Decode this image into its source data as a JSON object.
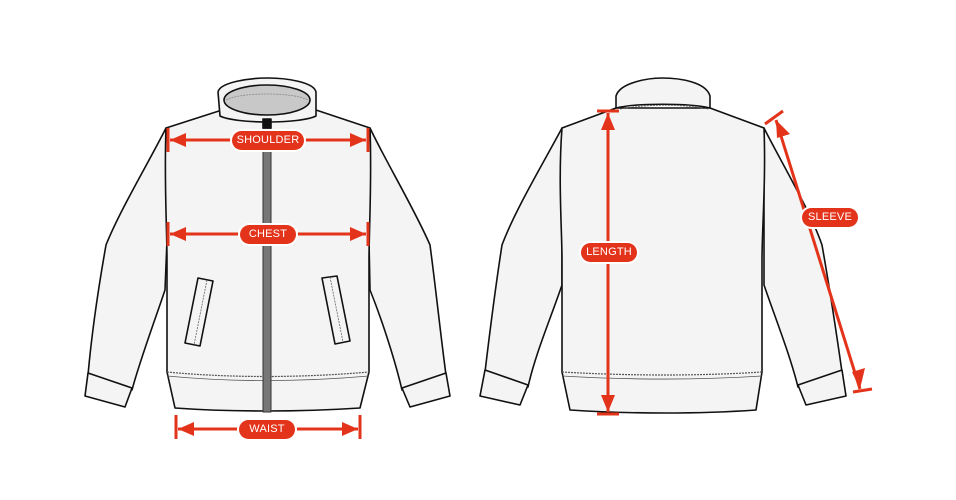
{
  "colors": {
    "accent": "#e3341b",
    "garment_fill": "#f4f4f4",
    "outline": "#111111",
    "collar_inner": "#c8c8c8",
    "zipper": "#555555"
  },
  "front_view": {
    "measurements": [
      {
        "id": "shoulder",
        "label": "SHOULDER"
      },
      {
        "id": "chest",
        "label": "CHEST"
      },
      {
        "id": "waist",
        "label": "WAIST"
      }
    ]
  },
  "back_view": {
    "measurements": [
      {
        "id": "length",
        "label": "LENGTH"
      },
      {
        "id": "sleeve",
        "label": "SLEEVE"
      }
    ]
  }
}
